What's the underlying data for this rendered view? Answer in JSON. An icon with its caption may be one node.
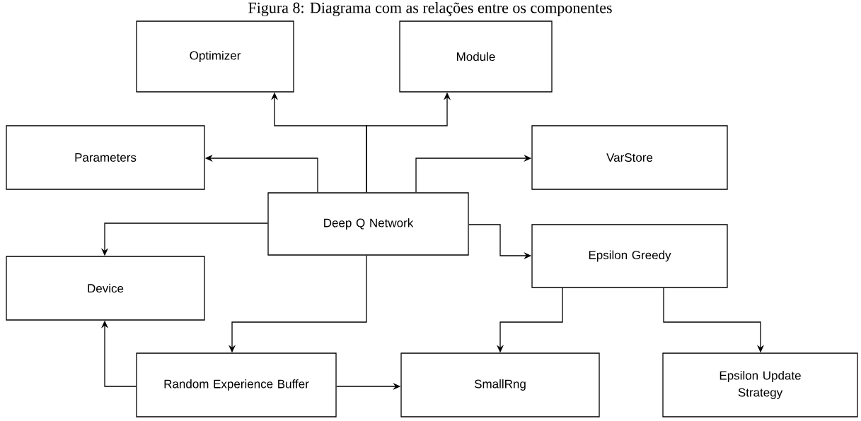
{
  "diagram": {
    "caption": "Figura 8: Diagrama com as relações entre os componentes",
    "nodes": [
      {
        "text": [
          "Optimizer"
        ]
      },
      {
        "text": [
          "Module"
        ]
      },
      {
        "text": [
          "Parameters"
        ]
      },
      {
        "text": [
          "VarStore"
        ]
      },
      {
        "text": [
          "Deep Q Network"
        ]
      },
      {
        "text": [
          "Epsilon Greedy"
        ]
      },
      {
        "text": [
          "Device"
        ]
      },
      {
        "text": [
          "Random Experience Buffer"
        ]
      },
      {
        "text": [
          "SmallRng"
        ]
      },
      {
        "text": [
          "Epsilon Update Strategy"
        ]
      }
    ],
    "edges": [
      {
        "from": 4,
        "to": 0,
        "arrow": "to"
      },
      {
        "from": 4,
        "to": 1,
        "arrow": "to"
      },
      {
        "from": 4,
        "to": 2,
        "arrow": "to"
      },
      {
        "from": 4,
        "to": 3,
        "arrow": "to"
      },
      {
        "from": 4,
        "to": 6,
        "arrow": "to"
      },
      {
        "from": 4,
        "to": 5,
        "arrow": "to"
      },
      {
        "from": 4,
        "to": 7,
        "arrow": "to"
      },
      {
        "from": 7,
        "to": 6,
        "arrow": "to"
      },
      {
        "from": 7,
        "to": 8,
        "arrow": "to"
      },
      {
        "from": 5,
        "to": 8,
        "arrow": "to"
      },
      {
        "from": 5,
        "to": 9,
        "arrow": "to"
      }
    ]
  }
}
